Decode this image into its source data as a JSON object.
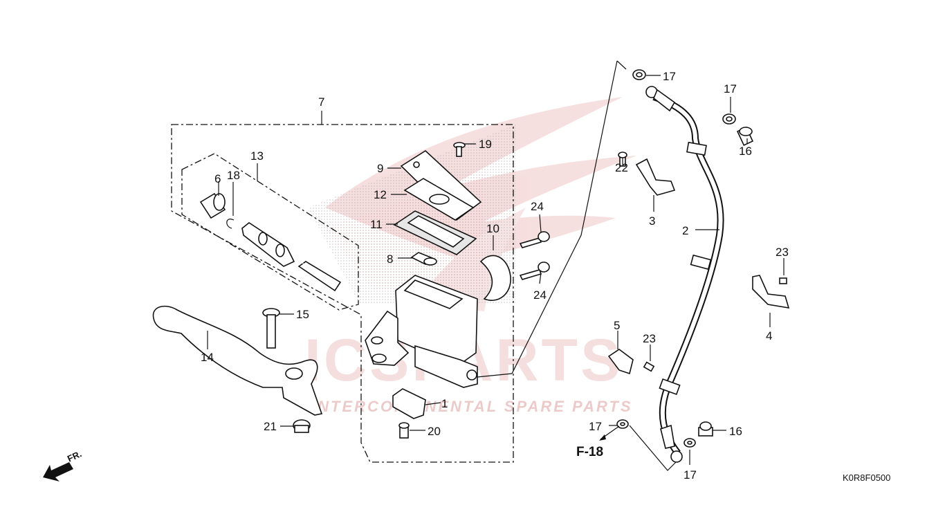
{
  "diagram": {
    "code": "K0R8F0500",
    "reference": "F-18",
    "direction_label": "FR.",
    "watermark": {
      "brand": "ICSPARTS",
      "tagline": "INTERCONTINENTAL SPARE PARTS"
    },
    "callouts": {
      "c1": "1",
      "c2": "2",
      "c3": "3",
      "c4": "4",
      "c5": "5",
      "c6": "6",
      "c7": "7",
      "c8": "8",
      "c9": "9",
      "c10": "10",
      "c11": "11",
      "c12": "12",
      "c13": "13",
      "c14": "14",
      "c15": "15",
      "c16a": "16",
      "c16b": "16",
      "c17a": "17",
      "c17b": "17",
      "c17c": "17",
      "c17d": "17",
      "c18": "18",
      "c19": "19",
      "c20": "20",
      "c21": "21",
      "c22": "22",
      "c23a": "23",
      "c23b": "23",
      "c24a": "24",
      "c24b": "24"
    }
  }
}
